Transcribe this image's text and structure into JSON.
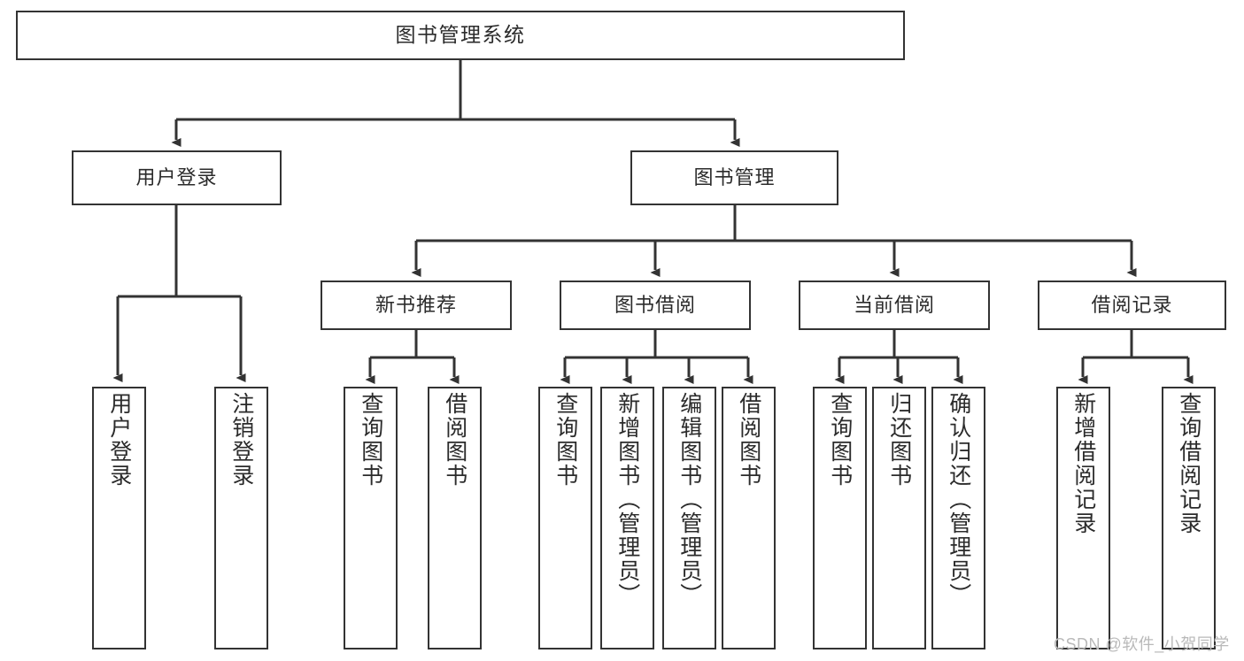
{
  "diagram": {
    "title": "图书管理系统",
    "type": "tree",
    "root": {
      "label": "图书管理系统"
    },
    "level2": [
      {
        "label": "用户登录"
      },
      {
        "label": "图书管理"
      }
    ],
    "level3": [
      {
        "label": "新书推荐"
      },
      {
        "label": "图书借阅"
      },
      {
        "label": "当前借阅"
      },
      {
        "label": "借阅记录"
      }
    ],
    "leaves": {
      "user_login": [
        {
          "label": "用户登录"
        },
        {
          "label": "注销登录"
        }
      ],
      "new_book_recommend": [
        {
          "label": "查询图书"
        },
        {
          "label": "借阅图书"
        }
      ],
      "book_borrow": [
        {
          "label": "查询图书"
        },
        {
          "label": "新增图书（管理员）"
        },
        {
          "label": "编辑图书（管理员）"
        },
        {
          "label": "借阅图书"
        }
      ],
      "current_borrow": [
        {
          "label": "查询图书"
        },
        {
          "label": "归还图书"
        },
        {
          "label": "确认归还（管理员）"
        }
      ],
      "borrow_record": [
        {
          "label": "新增借阅记录"
        },
        {
          "label": "查询借阅记录"
        }
      ]
    }
  },
  "watermark": {
    "text": "CSDN @软件_小贺同学"
  },
  "colors": {
    "border": "#333333",
    "text": "#2b2b2b",
    "background": "#ffffff",
    "watermark": "#b9b9b9"
  }
}
